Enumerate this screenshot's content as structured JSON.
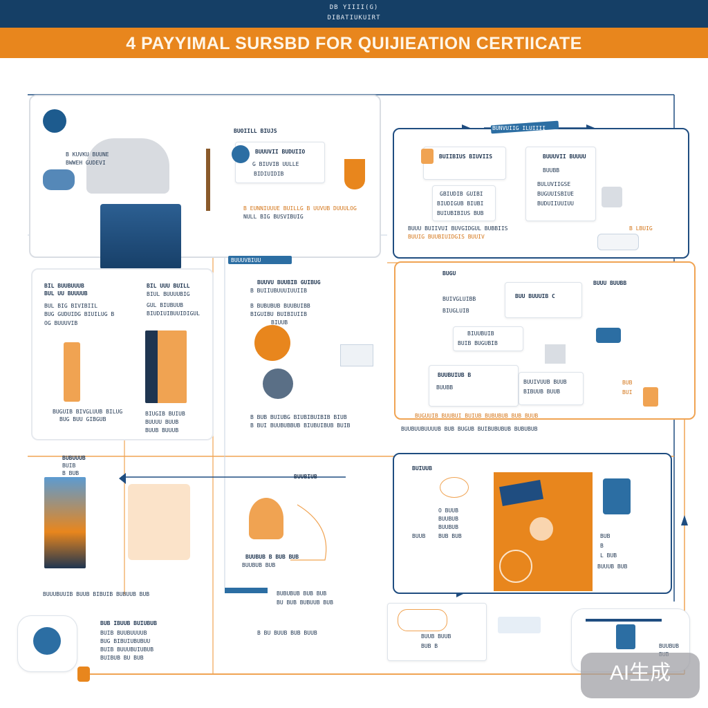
{
  "header": {
    "top_line1": "DB YIIII(G)",
    "top_line2": "DIBATIUKUIRT",
    "title": "4 PAYYIMAL SURSBD FOR QUIJIEATION CERTIICATE"
  },
  "panels": {
    "top_left": {
      "label1": "B KUVKU BUUNE",
      "label2": "BWWEH GUDEVI",
      "card_title": "BUUUVII BUDUIIO",
      "card_l2": "G BIUVIB UULLE",
      "card_l3": "BIDIUIDIB",
      "note1": "B EUNNIUUUE BUILLG B UUVUB DUUULOG",
      "note2": "NULL BIG BUSVIBUIG",
      "caption": "BUOIILL BIUJS"
    },
    "top_right": {
      "tag": "BUNVUIIG ILUIIII",
      "c1_title": "BUIIBIUS BIUVIIS",
      "c2_title": "BUUUVII BUUUU",
      "c2_l2": "BUUBB",
      "c2_l3": "BULUVIIGSE",
      "c2_l4": "BUGUUISBIUE",
      "c2_l5": "BUDUIIUUIUU",
      "c3_l1": "GBIUDIB GUIBI",
      "c3_l2": "BIUDIGUB BIUBI",
      "c3_l3": "BUIUBIBIUS BUB",
      "note1": "BUUU BUIIVUI BUVGIDGUL BUBBIIS",
      "note2": "BUUIG BUUBIUIDGIS BUUIV",
      "side": "B LBUIG"
    },
    "mid_left": {
      "h1": "BIL BUUBUUUB",
      "h2": "BUL UU BUUUUB",
      "l3": "BUL BIG BIVIBIIL",
      "l4": "BUG GUDUIDG BIUILUG B",
      "l5": "OG BUUUVIB",
      "b1": "BUGUIB BIVGLUUB BILUG",
      "b2": "BUG BUU GIBGUB",
      "r1": "BIL UUU BUILL",
      "r2": "BIUL BUUUUBIG",
      "r3": "GUL BIUBUUB",
      "r4": "BIUDIUIBUUIDIGUL",
      "r5": "BIUGIB BUIUB",
      "r6": "BUUUU BUUB",
      "r7": "BUUB BUUUB"
    },
    "mid_center": {
      "tag": "BUUUVBIUU",
      "l1": "BUUVU BUUBIB GUIBUG",
      "l2": "B BUIIUBUUUIUUIIB",
      "l3": "B BUBUBUB BUUBUIBB",
      "l4": "BIGUIBU BUIBIUIIB",
      "l5": "BIUUB",
      "n1": "B BUB BUIUBG BIUBIBUIBIB BIUB",
      "n2": "B BUI BUUBUBBUB BIUBUIBUB BUIB"
    },
    "mid_right": {
      "top1": "BUGU",
      "top2": "BUUU BUUBB",
      "c1": "BUU BUUUIB C",
      "c2": "BUIVGLUIBB",
      "c3": "BIUGLUIB",
      "c4": "BIUUBUIB",
      "c5": "BUIB BUGUBIB",
      "c6": "BUUBUIUB B",
      "c7": "BUUBB",
      "c8": "BUUIVUUB BUUB",
      "c9": "BIBUUB BUUB",
      "r1": "BUB",
      "r2": "BUI",
      "n1": "BUGUUIB BUUBUI BUIUB BUBUBUB BUB BUUB",
      "n2": "BUUBUUBUUUUB BUB BUGUB BUIBUBUBUB BUBUBUB"
    },
    "bottom_left": {
      "l1": "BUBUUUB",
      "l2": "BUIB",
      "l3": "B BUB",
      "n1": "BUUUBUUIB BUUB BIBUIB BUBUUB BUB",
      "t1": "BUB IBUUB BUIUBUB",
      "t2": "BUIB BUUBUUUUB",
      "t3": "BUG BIBUIUBUBUU",
      "t4": "BUIB BUUUBUIUBUB",
      "t5": "BUIBUB BU BUB"
    },
    "bottom_center": {
      "tag": "BUUBIUB",
      "n1": "BUUBUB B BUB BUB",
      "n2": "BUUBUB BUB",
      "n3": "BUBUBUB BUB BUB",
      "n4": "BU BUB BUBUUB BUB",
      "n5": "B BU BUUB BUB BUUB"
    },
    "bottom_right": {
      "h": "BUIUUB",
      "l1": "O BUUB",
      "l2": "BUUBUB",
      "l3": "BUUBUB",
      "l4": "BUUB",
      "l5": "BUB BUB",
      "r1": "BUB",
      "r2": "B",
      "r3": "L BUB",
      "r4": "BUUUB BUB",
      "c1": "BUUB BUUB",
      "c2": "BUB B",
      "side1": "BUUBUB",
      "side2": "BUB"
    }
  },
  "watermark": "AI生成",
  "colors": {
    "navy": "#153f66",
    "orange": "#e8861d",
    "line_blue": "#1f4d80",
    "line_orange": "#f0a352"
  }
}
